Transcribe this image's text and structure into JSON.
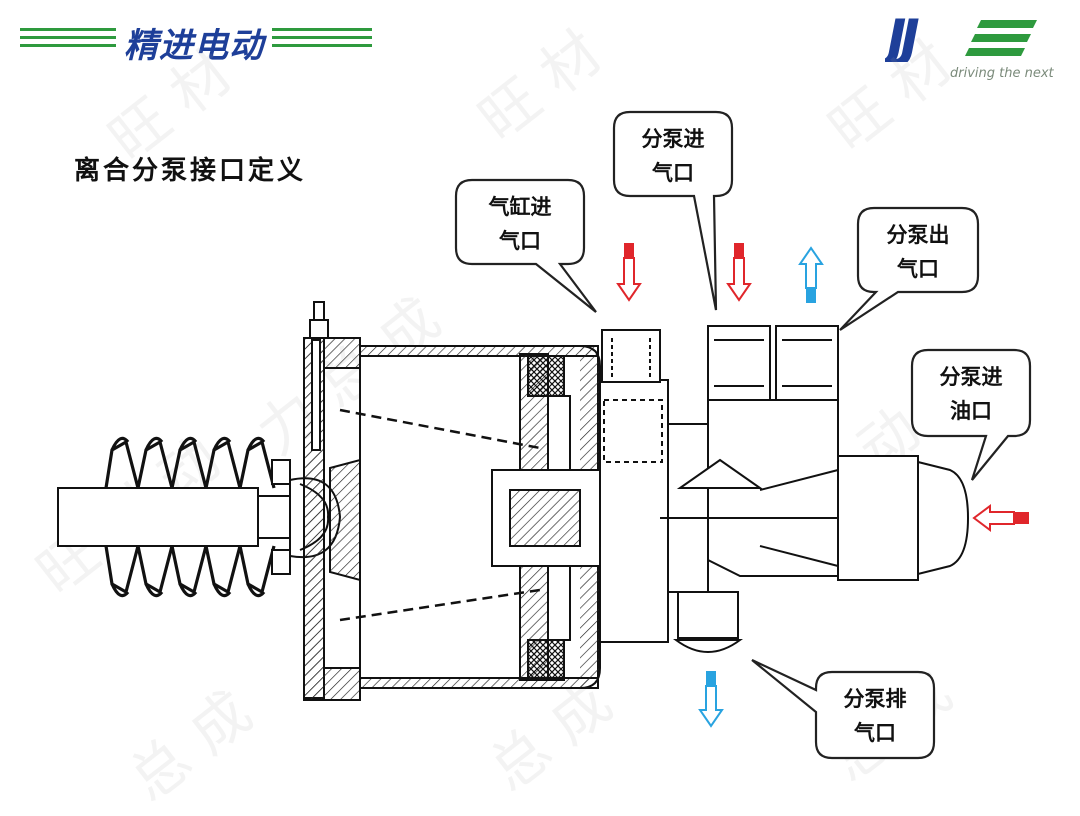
{
  "header": {
    "company_name": "精进电动",
    "logo_text": "JJ",
    "tagline": "driving the next"
  },
  "page_title": "离合分泵接口定义",
  "callouts": {
    "cylinder_air_inlet": {
      "line1": "气缸进",
      "line2": "气口"
    },
    "pump_air_inlet": {
      "line1": "分泵进",
      "line2": "气口"
    },
    "pump_air_outlet": {
      "line1": "分泵出",
      "line2": "气口"
    },
    "pump_oil_inlet": {
      "line1": "分泵进",
      "line2": "油口"
    },
    "pump_exhaust": {
      "line1": "分泵排",
      "line2": "气口"
    }
  },
  "watermark_text": "旺材动力总成",
  "colors": {
    "brand_blue": "#1e3f99",
    "header_green": "#2e9a3e",
    "inlet_arrow_red": "#e0262b",
    "outlet_arrow_blue": "#29a3e0"
  },
  "icons": {
    "inlet_arrow": "red-hollow-arrow",
    "outlet_arrow": "blue-hollow-arrow"
  }
}
